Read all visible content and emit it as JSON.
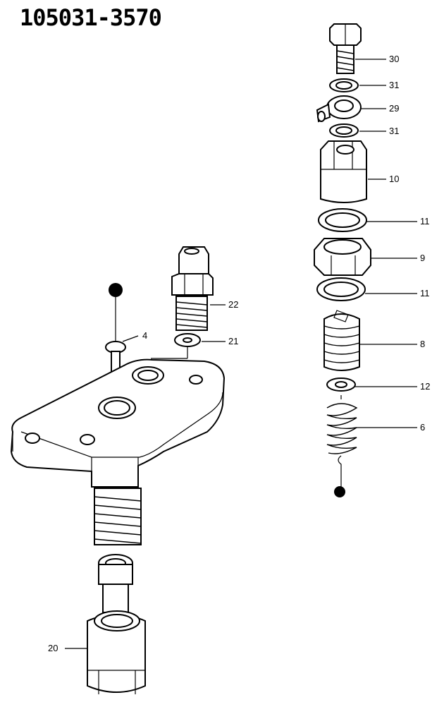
{
  "title": "105031-3570",
  "callouts": {
    "c30": "30",
    "c31a": "31",
    "c29": "29",
    "c31b": "31",
    "c10": "10",
    "c11a": "11",
    "c9": "9",
    "c11b": "11",
    "c8": "8",
    "c12": "12",
    "c6": "6",
    "c22": "22",
    "c21": "21",
    "c4": "4",
    "c20": "20"
  },
  "colors": {
    "ink": "#000000",
    "paper": "#ffffff"
  }
}
